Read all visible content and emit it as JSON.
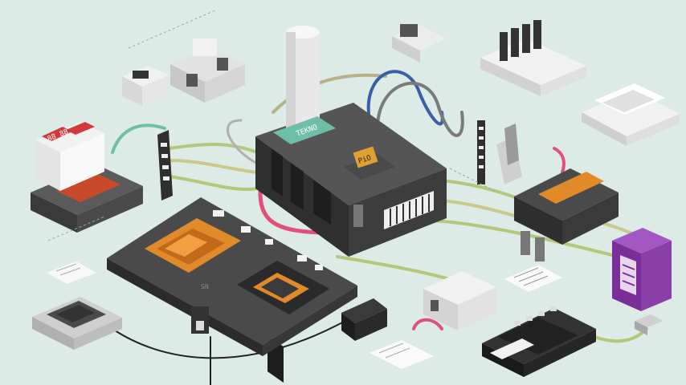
{
  "scene": {
    "background": "#dcebe6",
    "accent_colors": {
      "dark_device": "#3a3a3a",
      "orange_chip": "#e08a2a",
      "purple_tower": "#8a3fa8",
      "cable_green": "#b5c77a",
      "cable_pink": "#e0507a",
      "cable_blue": "#3a5fa8",
      "cable_teal": "#6fbfa8",
      "display_red": "#d23a3a"
    },
    "labels": {
      "tower_tag": "TEKNO",
      "main_logo": "PiO",
      "red_display": "88 88",
      "tablet_brand": "SN"
    }
  }
}
